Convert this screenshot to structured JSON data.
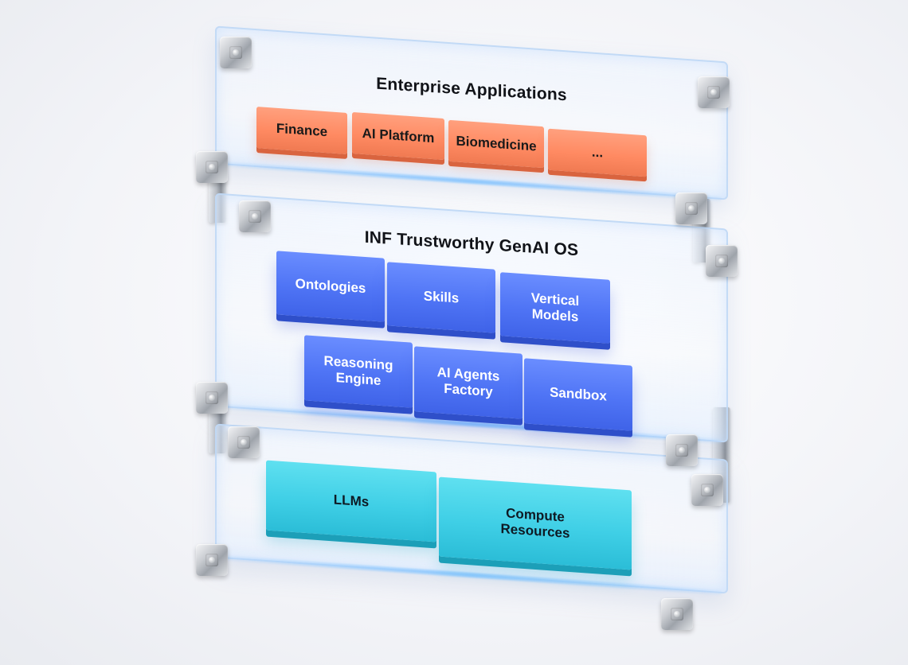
{
  "layers": {
    "top": {
      "title": "Enterprise Applications",
      "items": [
        "Finance",
        "AI Platform",
        "Biomedicine",
        "..."
      ]
    },
    "middle": {
      "title": "INF Trustworthy GenAI OS",
      "items": [
        "Ontologies",
        "Skills",
        "Vertical\nModels",
        "Reasoning\nEngine",
        "AI Agents\nFactory",
        "Sandbox"
      ]
    },
    "bottom": {
      "items": [
        "LLMs",
        "Compute\nResources"
      ]
    }
  },
  "colors": {
    "application_block": "#ff8a62",
    "os_block": "#4f74f5",
    "foundation_block": "#3fcfe6"
  }
}
